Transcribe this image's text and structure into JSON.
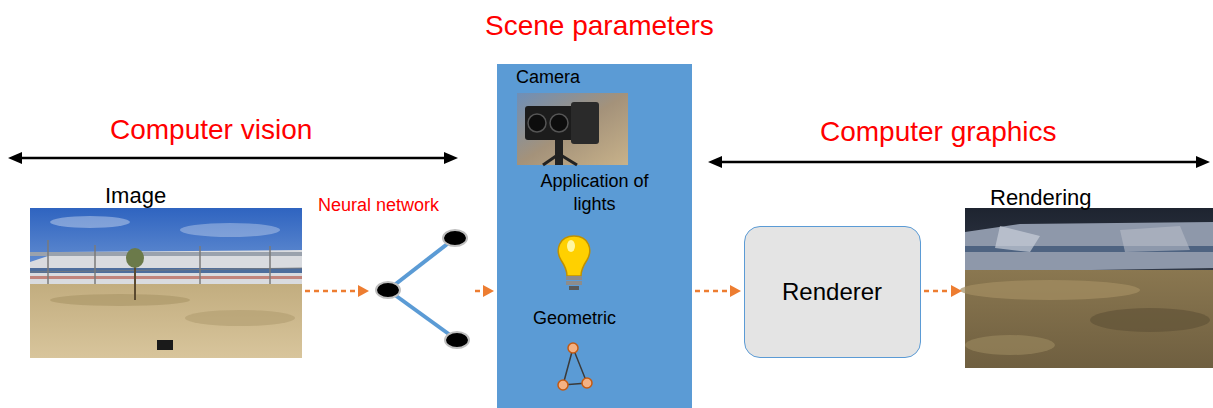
{
  "diagram": {
    "nodes": [
      {
        "text": [
          "Image"
        ]
      },
      {
        "text": [
          "Neural network"
        ]
      },
      {
        "text": [
          "Scene parameters",
          "Camera",
          "Application of lights",
          "Geometric"
        ]
      },
      {
        "text": [
          "Renderer"
        ]
      },
      {
        "text": [
          "Rendering"
        ]
      }
    ],
    "edges": [
      {
        "from": 0,
        "to": 1,
        "arrow": "to"
      },
      {
        "from": 1,
        "to": 2,
        "arrow": "to"
      },
      {
        "from": 2,
        "to": 3,
        "arrow": "to"
      },
      {
        "from": 3,
        "to": 4,
        "arrow": "to"
      }
    ],
    "labels": [
      "Computer vision",
      "Computer graphics"
    ]
  }
}
